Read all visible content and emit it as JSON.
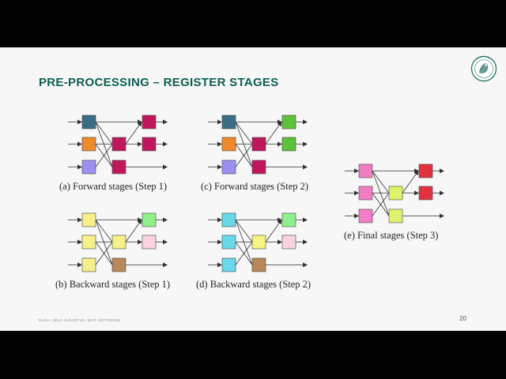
{
  "slide": {
    "title": "PRE-PROCESSING – REGISTER STAGES",
    "footer_authors": "DANA | NILS ALBARTUS, MAX HOFFMANN",
    "page_number": "20"
  },
  "colors": {
    "title": "#0b5e52",
    "teal_block": "#3b6e86",
    "orange_block": "#ef8a2c",
    "violet_block": "#9b8ff0",
    "magenta_block": "#c0175c",
    "green_block": "#5dc13a",
    "yellow_block": "#f6f08a",
    "light_green_block": "#8ef08a",
    "pink_block": "#f9d3dd",
    "brown_block": "#b88859",
    "cyan_block": "#6ad7ea",
    "pale_yellow_block": "#f7f483",
    "hot_pink_block": "#ef7fc2",
    "lime_block": "#e0f26a",
    "red_block": "#e43140"
  },
  "diagrams": [
    {
      "id": "a",
      "caption": "(a) Forward stages (Step 1)",
      "inputs": [
        "teal_block",
        "orange_block",
        "violet_block"
      ],
      "middle": "magenta_block",
      "bottom": "magenta_block",
      "outputs": [
        "magenta_block",
        "magenta_block"
      ]
    },
    {
      "id": "c",
      "caption": "(c) Forward stages (Step 2)",
      "inputs": [
        "teal_block",
        "orange_block",
        "violet_block"
      ],
      "middle": "magenta_block",
      "bottom": "magenta_block",
      "outputs": [
        "green_block",
        "green_block"
      ]
    },
    {
      "id": "b",
      "caption": "(b) Backward stages (Step 1)",
      "inputs": [
        "yellow_block",
        "yellow_block",
        "yellow_block"
      ],
      "middle": "yellow_block",
      "bottom": "brown_block",
      "outputs": [
        "light_green_block",
        "pink_block"
      ]
    },
    {
      "id": "d",
      "caption": "(d) Backward stages (Step 2)",
      "inputs": [
        "cyan_block",
        "cyan_block",
        "cyan_block"
      ],
      "middle": "pale_yellow_block",
      "bottom": "brown_block",
      "outputs": [
        "light_green_block",
        "pink_block"
      ]
    },
    {
      "id": "e",
      "caption": "(e) Final stages (Step 3)",
      "inputs": [
        "hot_pink_block",
        "hot_pink_block",
        "hot_pink_block"
      ],
      "middle": "lime_block",
      "bottom": "lime_block",
      "outputs": [
        "red_block",
        "red_block"
      ]
    }
  ]
}
